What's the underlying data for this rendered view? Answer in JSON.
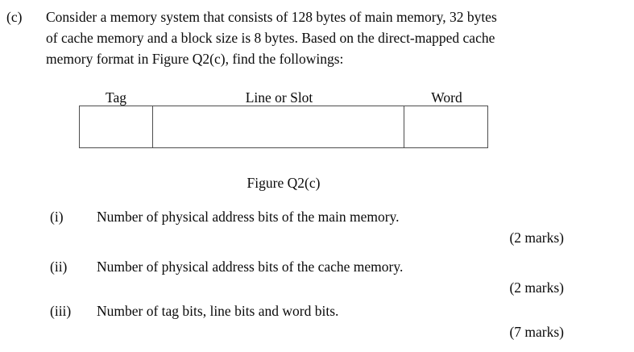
{
  "question": {
    "part_label": "(c)",
    "intro_lines": [
      "Consider a memory system that consists of 128 bytes of main memory, 32 bytes",
      "of cache memory and a block size is 8 bytes. Based on the direct-mapped cache",
      "memory format in Figure Q2(c), find the followings:"
    ]
  },
  "figure": {
    "caption": "Figure Q2(c)",
    "fields": [
      {
        "label": "Tag"
      },
      {
        "label": "Line or Slot"
      },
      {
        "label": "Word"
      }
    ]
  },
  "subquestions": [
    {
      "label": "(i)",
      "text": "Number of physical address bits of the main memory.",
      "marks": "(2 marks)"
    },
    {
      "label": "(ii)",
      "text": "Number of physical address bits of the cache memory.",
      "marks": "(2 marks)"
    },
    {
      "label": "(iii)",
      "text": "Number of tag bits, line bits and word bits.",
      "marks": "(7 marks)"
    }
  ],
  "colors": {
    "background": "#ffffff",
    "text": "#0a0a0a",
    "figure_border": "#4d4d4d"
  }
}
